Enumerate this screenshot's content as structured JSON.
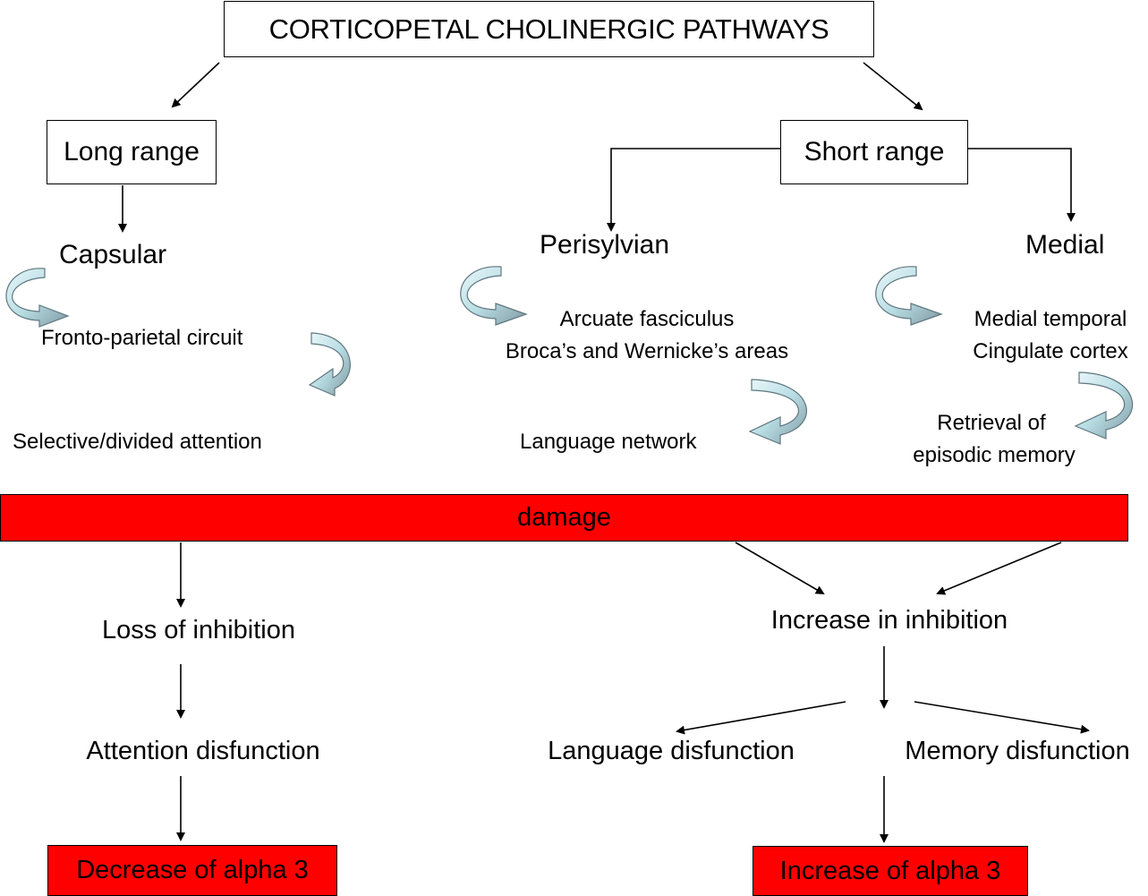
{
  "title": "CORTICOPETAL CHOLINERGIC PATHWAYS",
  "long_range": {
    "label": "Long range",
    "type": "Capsular",
    "circuit": "Fronto-parietal circuit",
    "function": "Selective/divided attention"
  },
  "short_range": {
    "label": "Short range",
    "perisylvian": {
      "label": "Perisylvian",
      "structures": [
        "Arcuate fasciculus",
        "Broca’s and Wernicke’s areas"
      ],
      "function": "Language network"
    },
    "medial": {
      "label": "Medial",
      "structures": [
        "Medial temporal",
        "Cingulate cortex"
      ],
      "function": [
        "Retrieval of",
        "episodic memory"
      ]
    }
  },
  "damage": "damage",
  "left_outcome": {
    "inhibition": "Loss of inhibition",
    "disfunction": "Attention disfunction",
    "result": "Decrease of alpha 3"
  },
  "right_outcome": {
    "inhibition": "Increase in inhibition",
    "language": "Language disfunction",
    "memory": "Memory disfunction",
    "result": "Increase of alpha 3"
  },
  "colors": {
    "damage_bar": "#ff0000",
    "result_box": "#ff0000",
    "curved_arrow_light": "#d6eef2",
    "curved_arrow_dark": "#8fa9b0"
  }
}
